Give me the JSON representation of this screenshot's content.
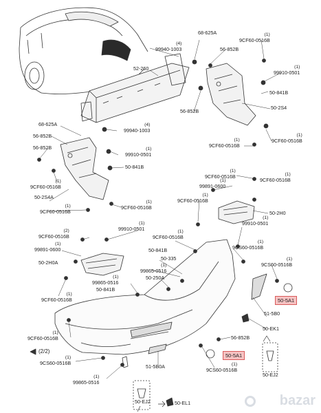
{
  "diagram": {
    "labels": [
      {
        "id": "l1",
        "text": "68-625A",
        "qty": ""
      },
      {
        "id": "l2",
        "text": "99940-1003",
        "qty": "(4)"
      },
      {
        "id": "l3",
        "text": "56-852B",
        "qty": ""
      },
      {
        "id": "l4",
        "text": "9CF60-0516B",
        "qty": "(1)"
      },
      {
        "id": "l5",
        "text": "52-260",
        "qty": ""
      },
      {
        "id": "l6",
        "text": "99910-0501",
        "qty": "(1)"
      },
      {
        "id": "l7",
        "text": "50-841B",
        "qty": ""
      },
      {
        "id": "l8",
        "text": "56-852B",
        "qty": ""
      },
      {
        "id": "l9",
        "text": "50-2S4",
        "qty": ""
      },
      {
        "id": "l10",
        "text": "9CF60-0516B",
        "qty": "(1)"
      },
      {
        "id": "l11",
        "text": "9CF60-0516B",
        "qty": "(1)"
      },
      {
        "id": "l12",
        "text": "68-625A",
        "qty": ""
      },
      {
        "id": "l13",
        "text": "99940-1003",
        "qty": "(4)"
      },
      {
        "id": "l14",
        "text": "56-852B",
        "qty": ""
      },
      {
        "id": "l15",
        "text": "56-852B",
        "qty": ""
      },
      {
        "id": "l16",
        "text": "99910-0501",
        "qty": "(1)"
      },
      {
        "id": "l17",
        "text": "50-841B",
        "qty": ""
      },
      {
        "id": "l18",
        "text": "50-2S4A",
        "qty": ""
      },
      {
        "id": "l19",
        "text": "9CF60-0516B",
        "qty": "(1)"
      },
      {
        "id": "l20",
        "text": "9CF60-0516B",
        "qty": "(1)"
      },
      {
        "id": "l21",
        "text": "9CF60-0516B",
        "qty": "(1)"
      },
      {
        "id": "l22",
        "text": "9CF60-0516B",
        "qty": "(1)"
      },
      {
        "id": "l23",
        "text": "99891-0600",
        "qty": "(1)"
      },
      {
        "id": "l24",
        "text": "9CF60-0516B",
        "qty": "(1)"
      },
      {
        "id": "l25",
        "text": "9CF60-0516B",
        "qty": "(1)"
      },
      {
        "id": "l26",
        "text": "50-2H0",
        "qty": ""
      },
      {
        "id": "l27",
        "text": "9CF60-0516B",
        "qty": "(2)"
      },
      {
        "id": "l28",
        "text": "99910-0501",
        "qty": "(1)"
      },
      {
        "id": "l29",
        "text": "99891-0600",
        "qty": "(1)"
      },
      {
        "id": "l30",
        "text": "50-2H0A",
        "qty": ""
      },
      {
        "id": "l31",
        "text": "9CF60-0516B",
        "qty": "(1)"
      },
      {
        "id": "l32",
        "text": "99910-0501",
        "qty": "(1)"
      },
      {
        "id": "l33",
        "text": "9CF60-0516B",
        "qty": "(1)"
      },
      {
        "id": "l34",
        "text": "50-335",
        "qty": ""
      },
      {
        "id": "l35",
        "text": "50-841B",
        "qty": ""
      },
      {
        "id": "l36",
        "text": "99865-0516",
        "qty": "(1)"
      },
      {
        "id": "l37",
        "text": "50-250A",
        "qty": ""
      },
      {
        "id": "l38",
        "text": "99865-0516",
        "qty": "(1)"
      },
      {
        "id": "l39",
        "text": "50-841B",
        "qty": ""
      },
      {
        "id": "l40",
        "text": "9CS60-0516B",
        "qty": "(1)"
      },
      {
        "id": "l41",
        "text": "9CS60-0516B",
        "qty": "(1)"
      },
      {
        "id": "l42",
        "text": "51-5B0",
        "qty": ""
      },
      {
        "id": "l43",
        "text": "50-EK1",
        "qty": ""
      },
      {
        "id": "l44",
        "text": "56-852B",
        "qty": ""
      },
      {
        "id": "l45",
        "text": "9CF60-0516B",
        "qty": "(1)"
      },
      {
        "id": "l46",
        "text": "9CS60-0516B",
        "qty": "(1)"
      },
      {
        "id": "l47",
        "text": "9CS60-0516B",
        "qty": "(1)"
      },
      {
        "id": "l48",
        "text": "51-5B0A",
        "qty": ""
      },
      {
        "id": "l49",
        "text": "99865-0516",
        "qty": "(1)"
      },
      {
        "id": "l50",
        "text": "50-EJ2",
        "qty": ""
      },
      {
        "id": "l51",
        "text": "50-EL1",
        "qty": ""
      },
      {
        "id": "l52",
        "text": "50-EJ2",
        "qty": ""
      }
    ],
    "highlights": [
      {
        "id": "h1",
        "text": "50-5A1"
      },
      {
        "id": "h2",
        "text": "50-5A1"
      }
    ],
    "page_ref": "(2/2)",
    "watermark": "bazar"
  }
}
